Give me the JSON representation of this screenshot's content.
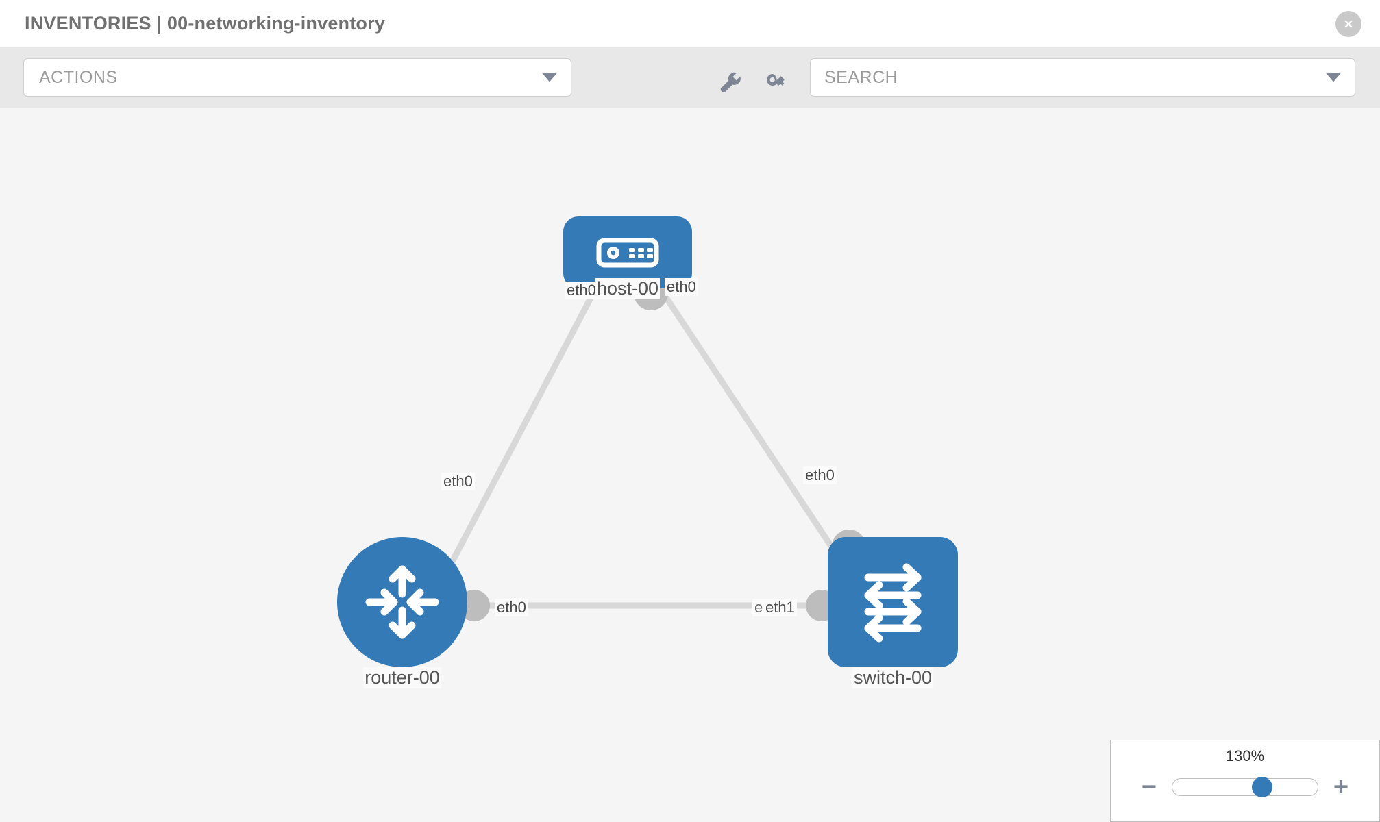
{
  "header": {
    "title": "INVENTORIES | 00-networking-inventory",
    "close_icon": "close-circle-icon"
  },
  "toolbar": {
    "actions_label": "ACTIONS",
    "actions_caret": "chevron-down-icon",
    "wrench_icon": "wrench-icon",
    "key_icon": "key-icon",
    "search_placeholder": "SEARCH",
    "search_value": "",
    "search_caret": "chevron-down-icon"
  },
  "topology": {
    "nodes": [
      {
        "id": "host",
        "label": "host-00",
        "icon": "server-icon",
        "shape": "rounded-rect",
        "color": "#337ab7"
      },
      {
        "id": "router",
        "label": "router-00",
        "icon": "router-icon",
        "shape": "circle",
        "color": "#337ab7"
      },
      {
        "id": "switch",
        "label": "switch-00",
        "icon": "switch-icon",
        "shape": "rounded-square",
        "color": "#337ab7"
      }
    ],
    "links": [
      {
        "from": "host",
        "to": "router",
        "from_port": "eth0",
        "to_port": "eth0"
      },
      {
        "from": "host",
        "to": "switch",
        "from_port": "eth0",
        "to_port": "eth0"
      },
      {
        "from": "router",
        "to": "switch",
        "from_port": "eth0",
        "to_port": "eth1",
        "to_port_overlap": "eth0"
      }
    ],
    "port_labels": {
      "host_left": "eth0",
      "host_right": "eth0",
      "router_up": "eth0",
      "switch_up": "eth0",
      "router_right": "eth0",
      "switch_left_behind": "eth0",
      "switch_left": "eth1"
    },
    "link_color": "#d8d8d8",
    "connector_color": "#bdbdbd"
  },
  "zoom": {
    "value": "130%",
    "minus_label": "−",
    "plus_label": "+",
    "slider_position_pct": 62
  }
}
